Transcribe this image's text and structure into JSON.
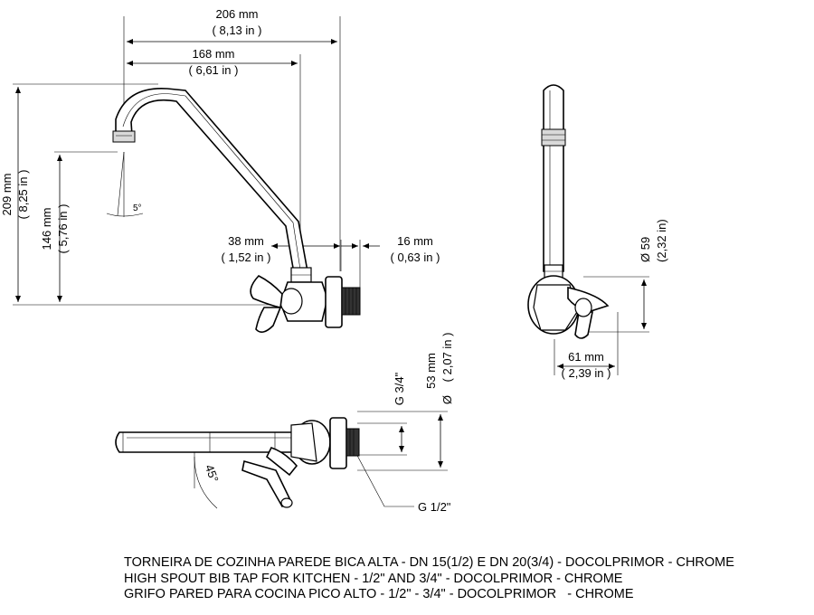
{
  "dimensions": {
    "width_total": {
      "mm": "206 mm",
      "in": "( 8,13 in )"
    },
    "width_spout": {
      "mm": "168 mm",
      "in": "( 6,61 in )"
    },
    "height_total": {
      "mm": "209 mm",
      "in": "( 8,25 in )"
    },
    "height_outlet": {
      "mm": "146 mm",
      "in": "( 5,76 in )"
    },
    "offset_handle": {
      "mm": "38 mm",
      "in": "( 1,52 in )"
    },
    "thread_length": {
      "mm": "16 mm",
      "in": "( 0,63 in )"
    },
    "outlet_angle": "5°",
    "flange_diameter": {
      "mm": "Ø 59",
      "in": "(2,32 in)"
    },
    "side_depth": {
      "mm": "61 mm",
      "in": "( 2,39 in )"
    },
    "plan_height": {
      "mm": "53 mm",
      "in": "( 2,07 in )",
      "symbol": "Ø"
    },
    "thread_large": "G 3/4\"",
    "thread_small": "G 1/2\"",
    "rotation_angle": "45°"
  },
  "titles": [
    "TORNEIRA DE COZINHA PAREDE BICA ALTA - DN 15(1/2) E DN 20(3/4) - DOCOLPRIMOR - CHROME",
    "HIGH SPOUT BIB TAP FOR KITCHEN - 1/2\" AND 3/4\" - DOCOLPRIMOR - CHROME",
    "GRIFO PARED PARA COCINA PICO ALTO - 1/2\" - 3/4\" - DOCOLPRIMOR   - CHROME"
  ]
}
